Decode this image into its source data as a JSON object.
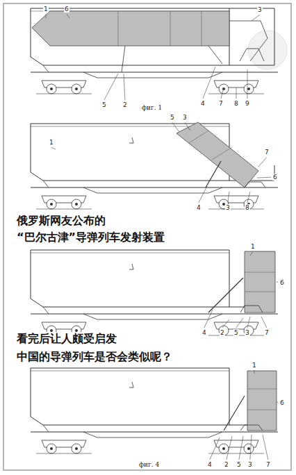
{
  "diagram": {
    "labels": [
      "1",
      "6",
      "3",
      "5",
      "2",
      "4",
      "7",
      "8",
      "9",
      "фиг. 1",
      "5",
      "3",
      "7",
      "6",
      "1",
      "4",
      "3",
      "8",
      "俄罗斯网友公布的",
      "“巴尔古津”导弹列车发射装置",
      "1",
      "6",
      "4",
      "2",
      "5",
      "3",
      "7",
      "看完后让人颇受启发",
      "中国的导弹列车是否会类似呢？",
      "1",
      "6",
      "4",
      "2",
      "5",
      "3",
      "7",
      "фиг. 4"
    ]
  }
}
